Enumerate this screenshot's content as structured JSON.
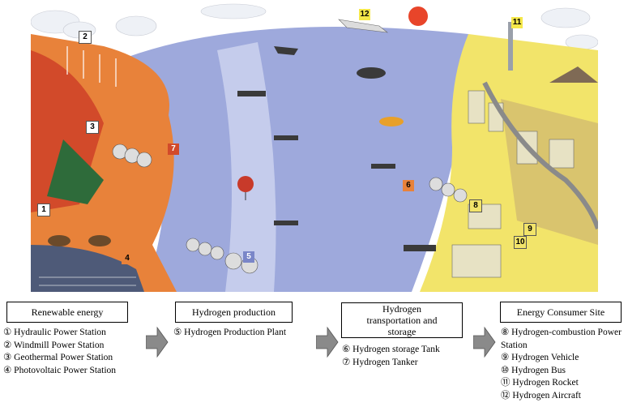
{
  "scene_numbers": [
    "1",
    "2",
    "3",
    "4",
    "5",
    "6",
    "7",
    "8",
    "9",
    "10",
    "11",
    "12"
  ],
  "stages": [
    {
      "title": "Renewable energy",
      "items": [
        "① Hydraulic Power Station",
        "② Windmill Power Station",
        "③ Geothermal Power Station",
        "④ Photovoltaic Power Station"
      ]
    },
    {
      "title": "Hydrogen production",
      "items": [
        "⑤ Hydrogen Production Plant"
      ]
    },
    {
      "title": "Hydrogen transportation and storage",
      "items": [
        "⑥ Hydrogen storage Tank",
        "⑦ Hydrogen Tanker"
      ]
    },
    {
      "title": "Energy Consumer Site",
      "items": [
        "⑧ Hydrogen-combustion Power Station",
        "⑨ Hydrogen Vehicle",
        "⑩ Hydrogen Bus",
        "⑪ Hydrogen Rocket",
        "⑫ Hydrogen Aircraft"
      ]
    }
  ],
  "colors": {
    "sea": "#9ea9dc",
    "land_left": "#e8823a",
    "city": "#f2e46a",
    "sky": "#ffffff"
  }
}
